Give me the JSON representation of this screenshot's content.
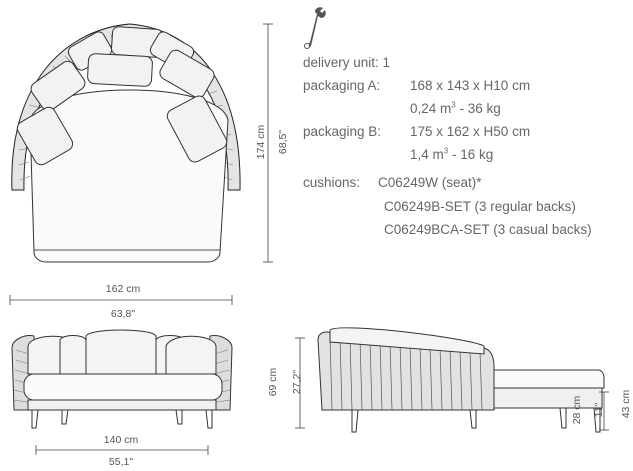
{
  "specs": {
    "delivery_unit": "delivery unit: 1",
    "pack_a_label": "packaging A:",
    "pack_a_size": "168 x 143 x H10 cm",
    "pack_a_vol": "0,24 m",
    "pack_a_vol_sup": "3",
    "pack_a_weight": " - 36 kg",
    "pack_b_label": "packaging B:",
    "pack_b_size": "175 x 162 x H50 cm",
    "pack_b_vol": "1,4 m",
    "pack_b_vol_sup": "3",
    "pack_b_weight": " - 16 kg",
    "cushions_label": "cushions:",
    "cushion_1": "C06249W (seat)*",
    "cushion_2": "C06249B-SET (3 regular backs)",
    "cushion_3": "C06249BCA-SET (3 casual backs)"
  },
  "dimensions": {
    "depth_cm": "174 cm",
    "depth_in": "68,5\"",
    "width_cm": "162 cm",
    "width_in": "63,8\"",
    "height_cm": "69 cm",
    "height_in": "27,2\"",
    "inner_width_cm": "140 cm",
    "inner_width_in": "55,1\"",
    "seat_height_cm": "28 cm",
    "seat_height_in": "11\"",
    "arm_height_cm": "43 cm"
  },
  "icons": {
    "tool": "wrench-icon"
  }
}
